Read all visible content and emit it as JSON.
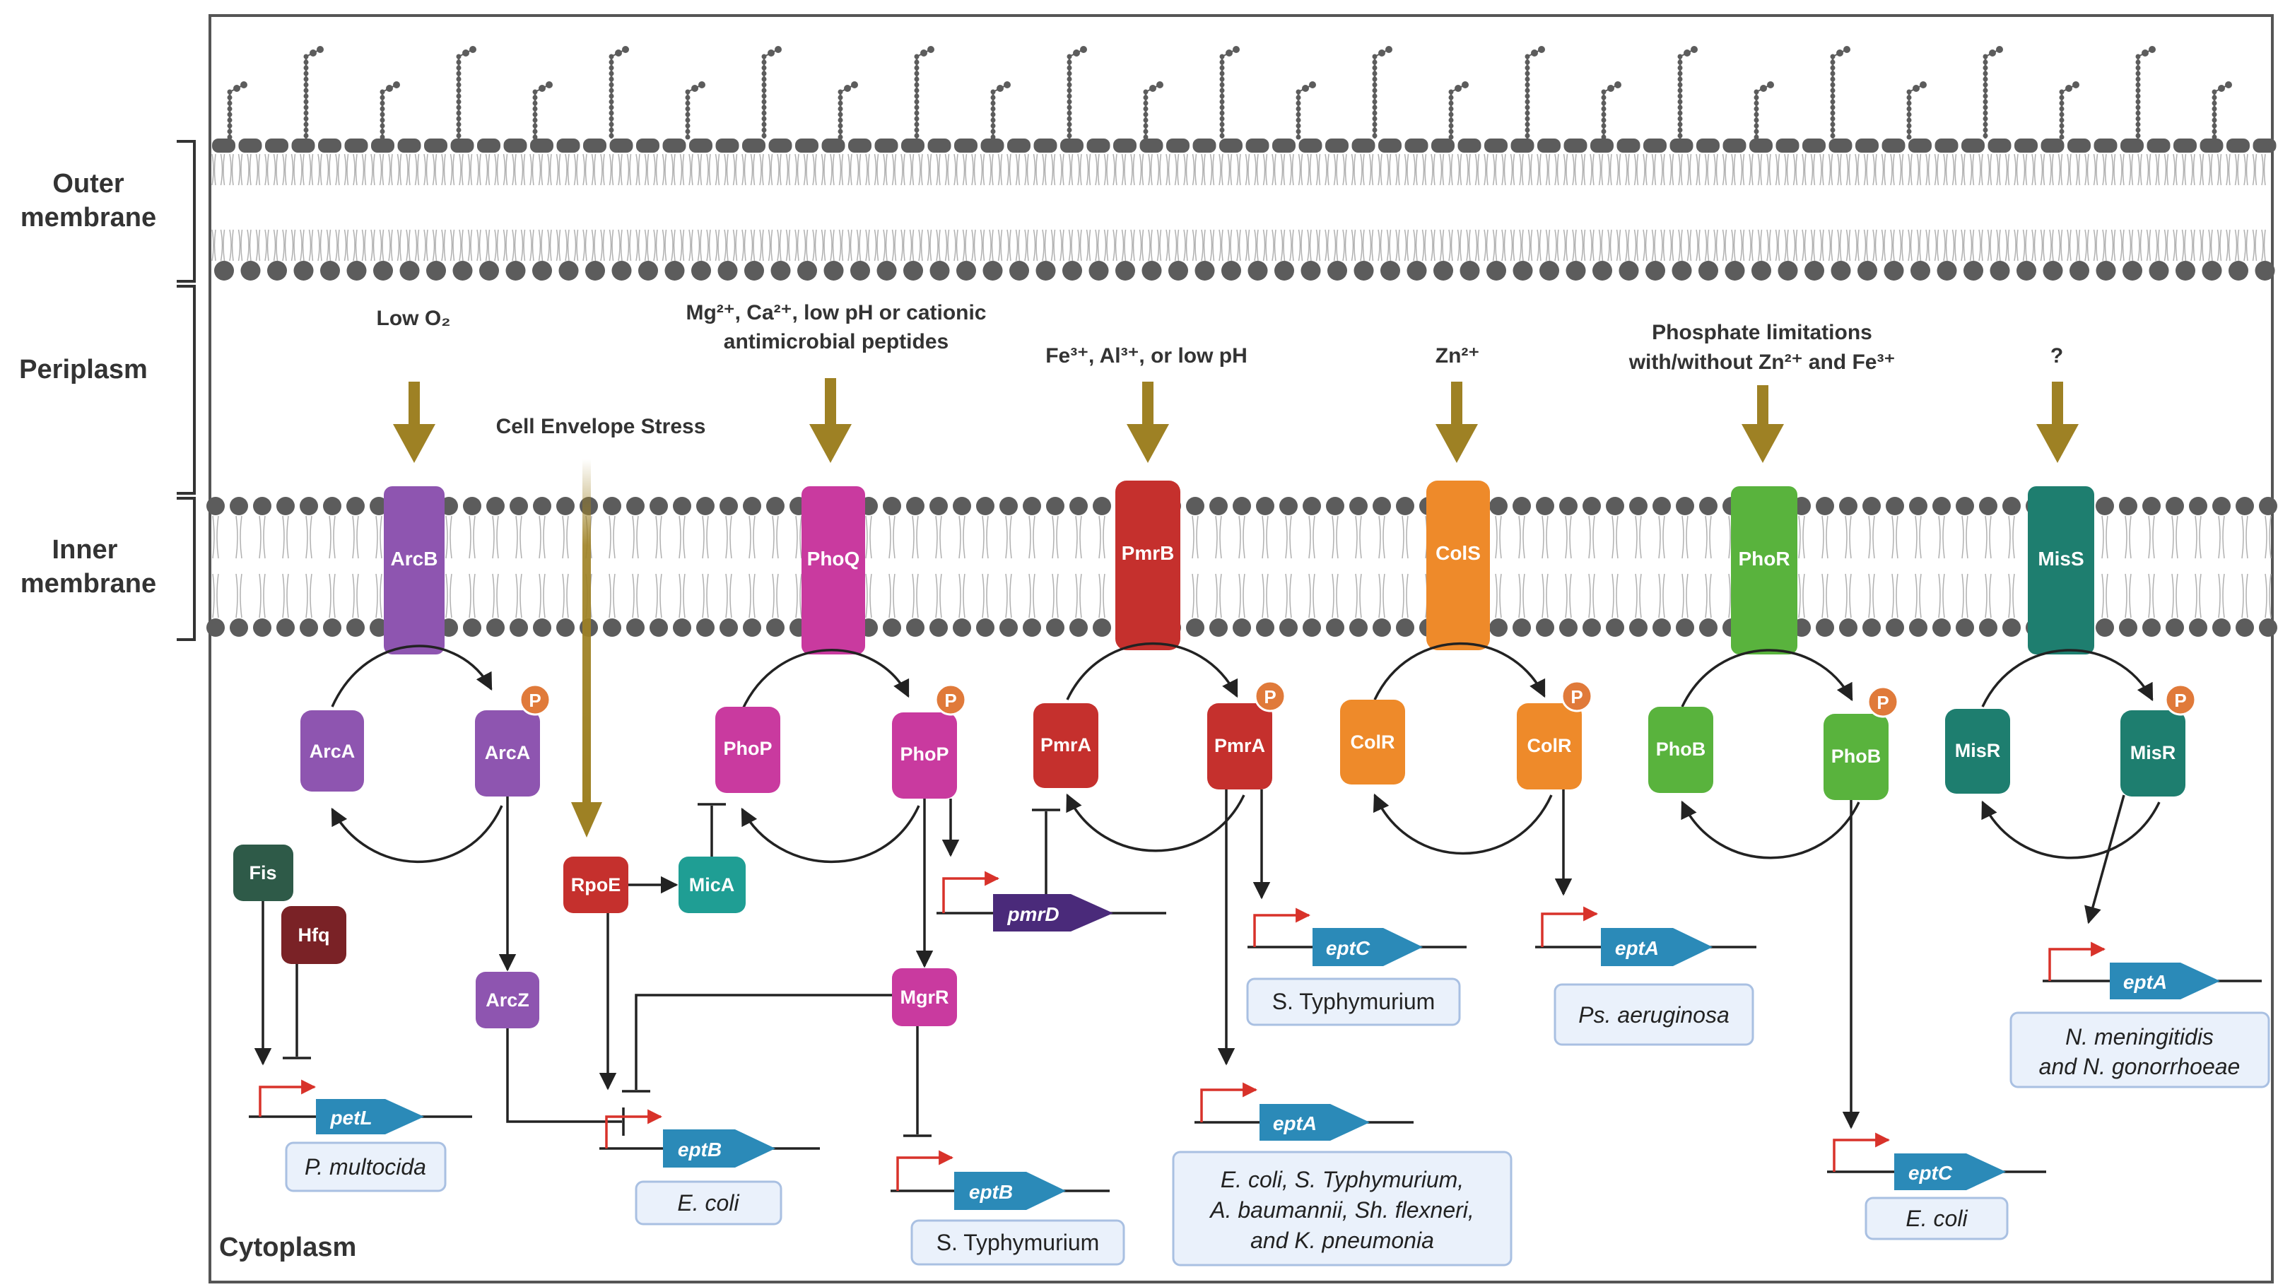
{
  "compartments": {
    "outer_membrane_line1": "Outer",
    "outer_membrane_line2": "membrane",
    "periplasm": "Periplasm",
    "inner_membrane_line1": "Inner",
    "inner_membrane_line2": "membrane",
    "cytoplasm": "Cytoplasm"
  },
  "signals": {
    "low_o2": "Low O₂",
    "envelope_stress": "Cell Envelope Stress",
    "phoq_line1": "Mg²⁺, Ca²⁺, low pH or cationic",
    "phoq_line2": "antimicrobial peptides",
    "pmrb": "Fe³⁺, Al³⁺, or low pH",
    "cols": "Zn²⁺",
    "phor_line1": "Phosphate limitations",
    "phor_line2": "with/without Zn²⁺ and Fe³⁺",
    "miss": "?"
  },
  "sensors": {
    "arcb": "ArcB",
    "phoq": "PhoQ",
    "pmrb": "PmrB",
    "cols": "ColS",
    "phor": "PhoR",
    "miss": "MisS"
  },
  "regulators": {
    "arca": "ArcA",
    "arca_p": "ArcA",
    "phop": "PhoP",
    "phop_p": "PhoP",
    "pmra": "PmrA",
    "pmra_p": "PmrA",
    "colr": "ColR",
    "colr_p": "ColR",
    "phob": "PhoB",
    "phob_p": "PhoB",
    "misr": "MisR",
    "misr_p": "MisR",
    "phospho": "P",
    "fis": "Fis",
    "hfq": "Hfq",
    "arcz": "ArcZ",
    "rpoe": "RpoE",
    "mica": "MicA",
    "mgrr": "MgrR"
  },
  "genes": {
    "petl": "petL",
    "eptb_ecoli": "eptB",
    "eptb_st": "eptB",
    "pmrd": "pmrD",
    "eptc_st": "eptC",
    "epta_multi": "eptA",
    "epta_pa": "eptA",
    "eptc_ecoli": "eptC",
    "epta_neis": "eptA"
  },
  "organisms": {
    "pm": "P. multocida",
    "ecoli_eptb": "E. coli",
    "st_eptb": "S. Typhymurium",
    "st_eptc": "S. Typhymurium",
    "multi_line1": "E. coli, S. Typhymurium,",
    "multi_line2": "A. baumannii, Sh. flexneri,",
    "multi_line3": "and K. pneumonia",
    "pa": "Ps. aeruginosa",
    "ecoli_eptc": "E. coli",
    "neis_line1": "N. meningitidis",
    "neis_line2": "and N. gonorrhoeae"
  },
  "colors": {
    "arc": "#8e55b0",
    "pho": "#c93a9f",
    "pmr": "#c5302d",
    "col": "#ee8a2a",
    "phob": "#59b33d",
    "mis": "#1e7e6f",
    "gene": "#2b8ab8",
    "signal_arrow": "#9e8124",
    "membrane": "#555555"
  }
}
